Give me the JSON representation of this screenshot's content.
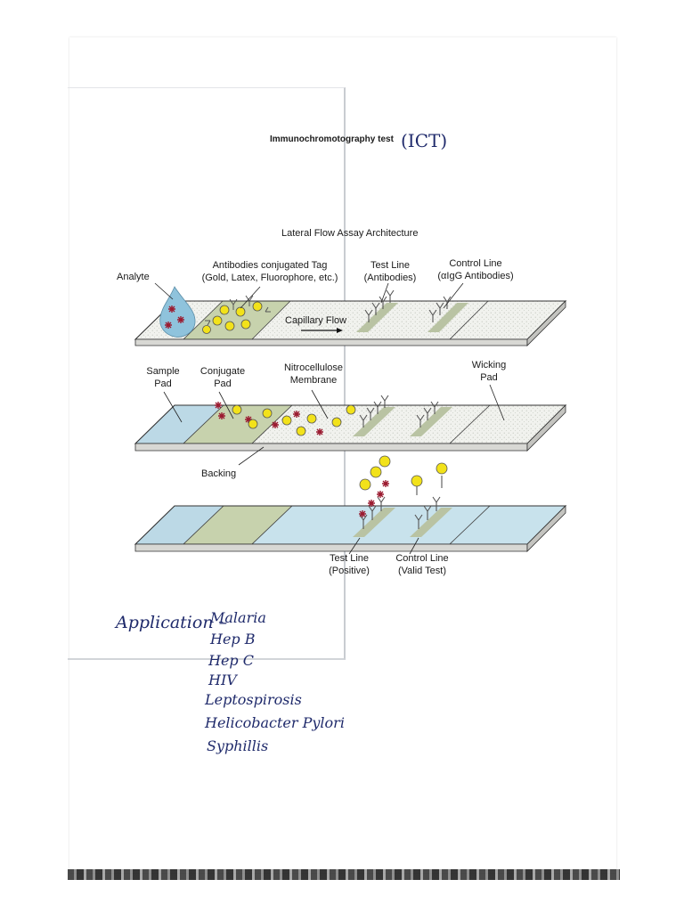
{
  "header": {
    "title": "Immunochromotography test",
    "handwritten_abbrev": "(ICT)"
  },
  "diagram": {
    "title": "Lateral Flow Assay Architecture",
    "labels": {
      "analyte": "Analyte",
      "antibodies_tag_line1": "Antibodies conjugated Tag",
      "antibodies_tag_line2": "(Gold, Latex, Fluorophore, etc.)",
      "test_line_line1": "Test Line",
      "test_line_line2": "(Antibodies)",
      "control_line_line1": "Control Line",
      "control_line_line2": "(αIgG Antibodies)",
      "capillary_flow": "Capillary Flow",
      "sample_pad_line1": "Sample",
      "sample_pad_line2": "Pad",
      "conjugate_pad_line1": "Conjugate",
      "conjugate_pad_line2": "Pad",
      "nitrocellulose_line1": "Nitrocellulose",
      "nitrocellulose_line2": "Membrane",
      "wicking_pad_line1": "Wicking",
      "wicking_pad_line2": "Pad",
      "backing": "Backing",
      "test_positive_line1": "Test Line",
      "test_positive_line2": "(Positive)",
      "control_valid_line1": "Control Line",
      "control_valid_line2": "(Valid Test)"
    },
    "colors": {
      "sample_pad": "#bcd9e6",
      "conjugate_pad": "#c7d2ad",
      "membrane": "#eef0ea",
      "wicking_pad": "#c8e2ec",
      "test_line": "#b9c3a3",
      "gold_particle": "#f2e21a",
      "analyte": "#9b1b30",
      "drop": "#8fc3dc"
    }
  },
  "notes": {
    "heading": "Application –",
    "items": [
      "Malaria",
      "Hep B",
      "Hep C",
      "HIV",
      "Leptospirosis",
      "Helicobacter Pylori",
      "Syphillis"
    ]
  }
}
